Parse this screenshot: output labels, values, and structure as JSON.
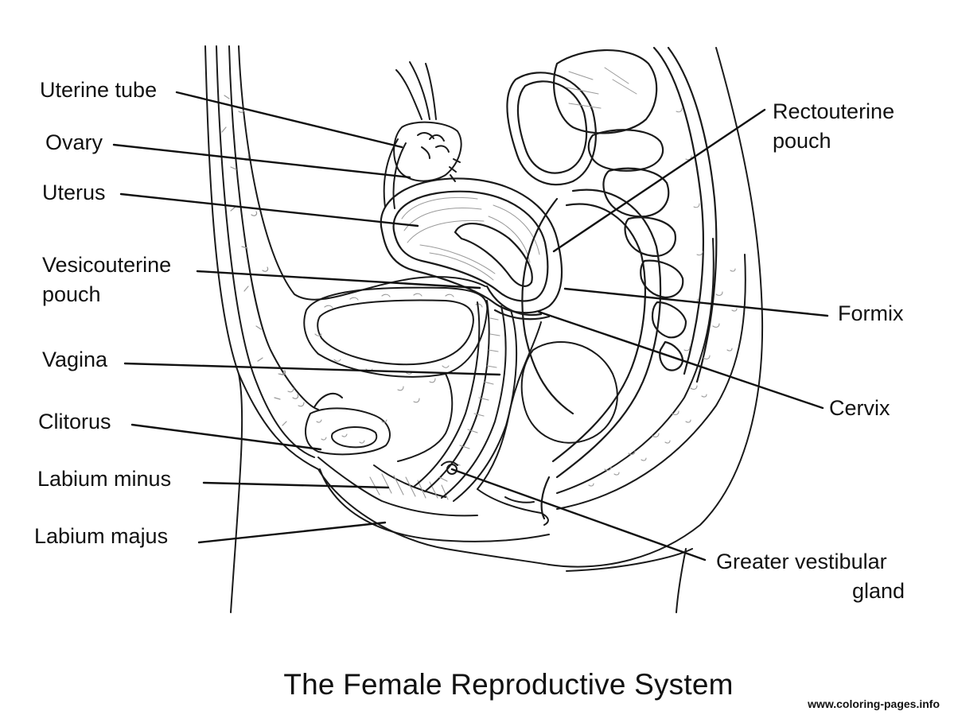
{
  "title": "The Female Reproductive System",
  "watermark": "www.coloring-pages.info",
  "labels_left": {
    "uterine_tube": "Uterine tube",
    "ovary": "Ovary",
    "uterus": "Uterus",
    "vesicouterine_1": "Vesicouterine",
    "vesicouterine_2": "pouch",
    "vagina": "Vagina",
    "clitorus": "Clitorus",
    "labium_minus": "Labium minus",
    "labium_majus": "Labium majus"
  },
  "labels_right": {
    "rectouterine_1": "Rectouterine",
    "rectouterine_2": "pouch",
    "formix": "Formix",
    "cervix": "Cervix",
    "gland_1": "Greater vestibular",
    "gland_2": "gland"
  },
  "colors": {
    "line": "#1a1a1a",
    "texture": "#9a9a9a",
    "background": "#ffffff"
  }
}
